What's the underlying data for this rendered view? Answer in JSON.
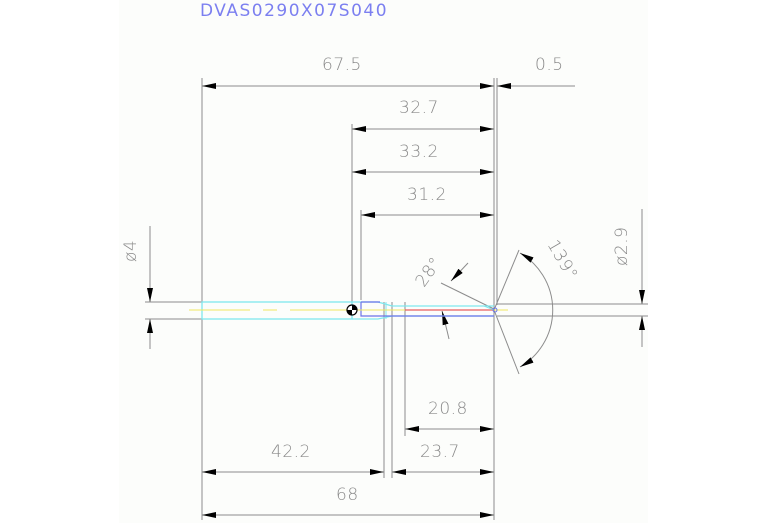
{
  "drawing": {
    "title": "DVAS0290X07S040",
    "colors": {
      "title": "#7b7ff0",
      "dimension": "#8a8a8a",
      "outline_cyan": "#7fe8ee",
      "outline_blue": "#6b73e8",
      "centerline_yellow": "#f0e860",
      "flute_red": "#e86060",
      "sheet_background": "#fcfdfb"
    },
    "dimensions": {
      "horizontal": [
        {
          "id": "overall_body",
          "label": "67.5"
        },
        {
          "id": "tip_offset",
          "label": "0.5"
        },
        {
          "id": "flute_a",
          "label": "32.7"
        },
        {
          "id": "flute_b",
          "label": "33.2"
        },
        {
          "id": "flute_c",
          "label": "31.2"
        },
        {
          "id": "step_a",
          "label": "20.8"
        },
        {
          "id": "shank_length",
          "label": "42.2"
        },
        {
          "id": "step_b",
          "label": "23.7"
        },
        {
          "id": "overall_length",
          "label": "68"
        }
      ],
      "diameters": [
        {
          "id": "shank_dia",
          "label": "ø4"
        },
        {
          "id": "tip_dia",
          "label": "ø2.9"
        }
      ],
      "angles": [
        {
          "id": "helix_angle",
          "label": "28°"
        },
        {
          "id": "point_angle",
          "label": "139°"
        }
      ]
    }
  }
}
